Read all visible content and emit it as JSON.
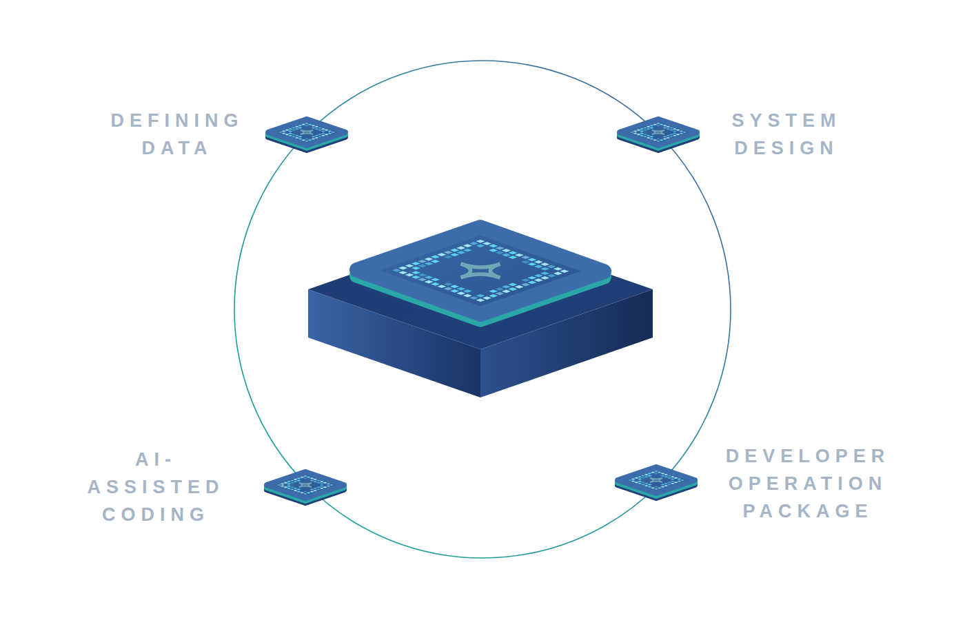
{
  "diagram": {
    "nodes": [
      {
        "text": [
          "DEFINING DATA"
        ]
      },
      {
        "text": [
          "SYSTEM DESIGN"
        ]
      },
      {
        "text": [
          "AI-ASSISTED CODING"
        ]
      },
      {
        "text": [
          "DEVELOPER OPERATION PACKAGE"
        ]
      }
    ]
  }
}
